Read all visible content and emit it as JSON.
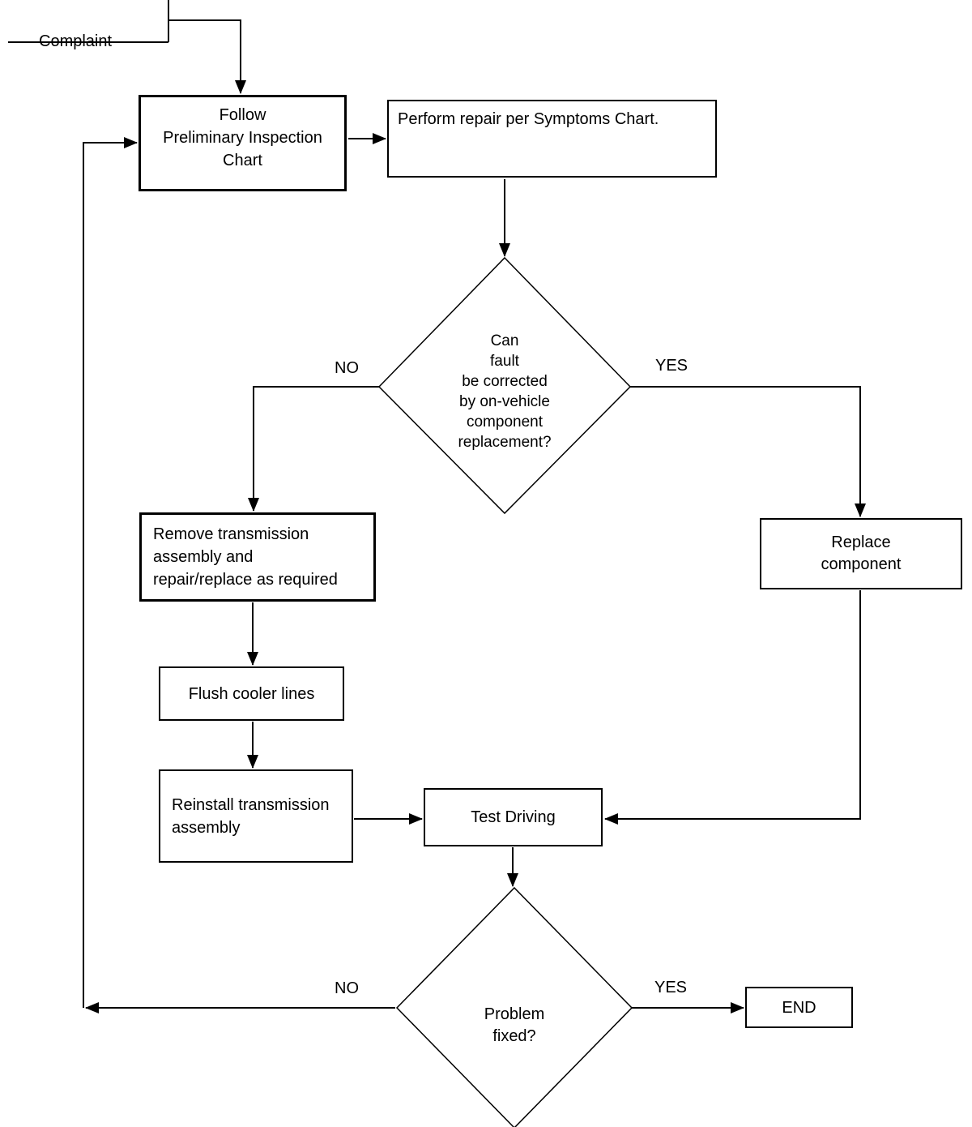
{
  "diagram": {
    "nodes": {
      "complaint": {
        "label": "Complaint"
      },
      "follow_chart": {
        "label": "Follow\nPreliminary Inspection\nChart"
      },
      "perform_repair": {
        "label": "Perform repair per Symptoms Chart."
      },
      "fault_decision": {
        "label": "Can\nfault\nbe corrected\nby on-vehicle\ncomponent\nreplacement?"
      },
      "remove_transmission": {
        "label": "Remove transmission\nassembly and\nrepair/replace as required"
      },
      "flush_cooler": {
        "label": "Flush cooler lines"
      },
      "reinstall_transmission": {
        "label": "Reinstall transmission\nassembly"
      },
      "test_driving": {
        "label": "Test Driving"
      },
      "replace_component": {
        "label": "Replace\ncomponent"
      },
      "problem_fixed_decision": {
        "label": "Problem\nfixed?"
      },
      "end": {
        "label": "END"
      }
    },
    "edge_labels": {
      "fault_no": "NO",
      "fault_yes": "YES",
      "fixed_no": "NO",
      "fixed_yes": "YES"
    },
    "colors": {
      "line": "#000000",
      "background": "#ffffff",
      "text": "#000000"
    }
  }
}
